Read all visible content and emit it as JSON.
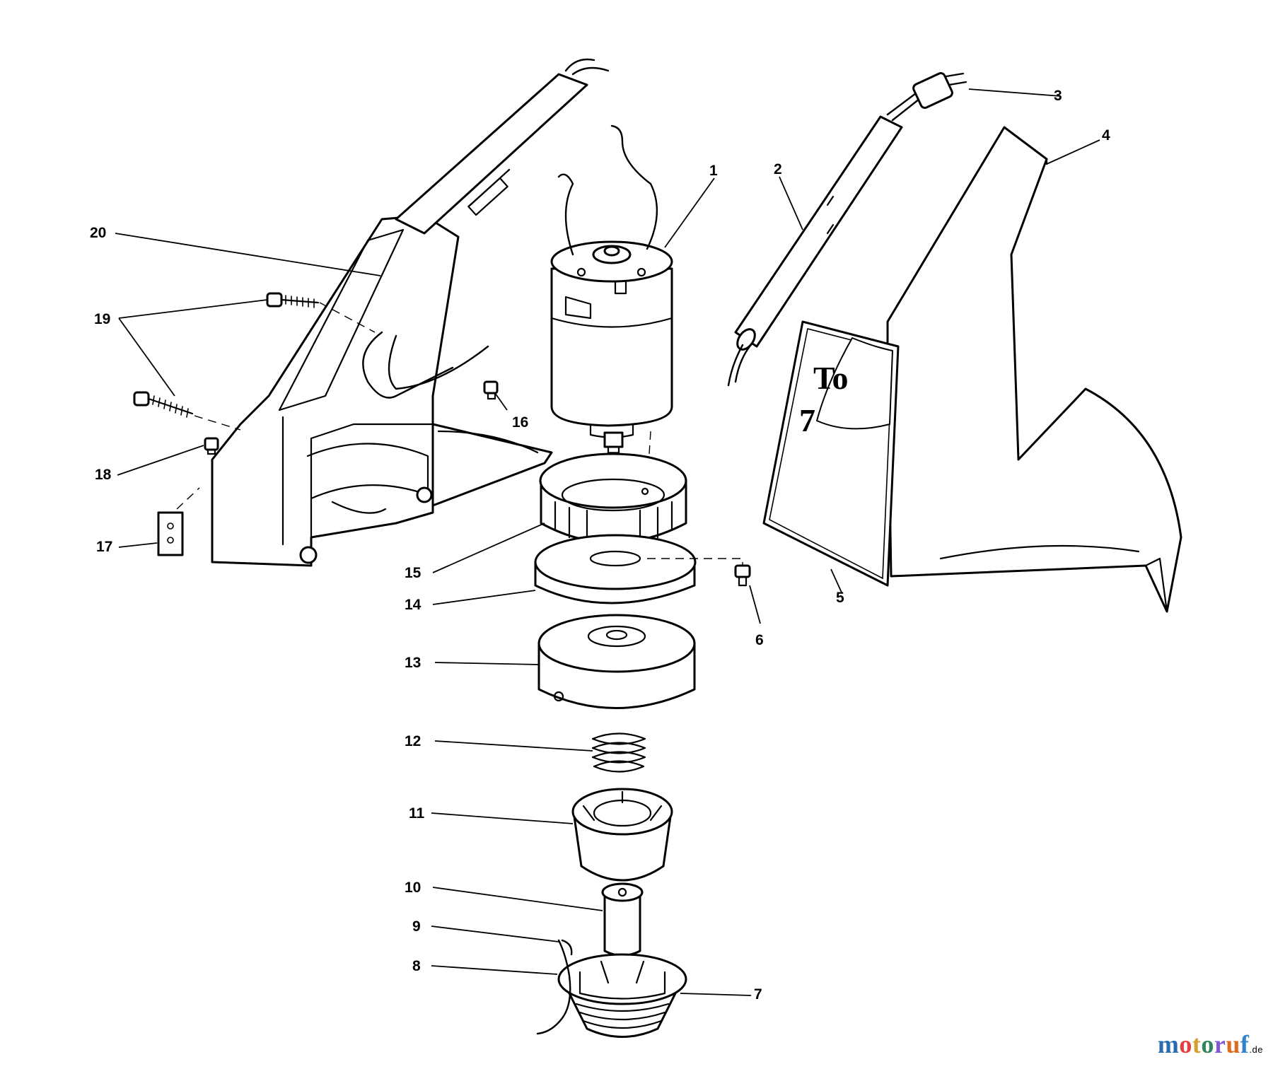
{
  "callouts": [
    "1",
    "2",
    "3",
    "4",
    "5",
    "6",
    "7",
    "8",
    "9",
    "10",
    "11",
    "12",
    "13",
    "14",
    "15",
    "16",
    "17",
    "18",
    "19",
    "20"
  ],
  "decal": {
    "line1": "To",
    "line2": "7"
  },
  "watermark": {
    "text": "motoruf",
    "suffix": ".de",
    "colors": [
      "#2b6cb0",
      "#e53e3e",
      "#d69e2e",
      "#2f855a",
      "#805ad5",
      "#dd6b20",
      "#3182ce"
    ]
  }
}
